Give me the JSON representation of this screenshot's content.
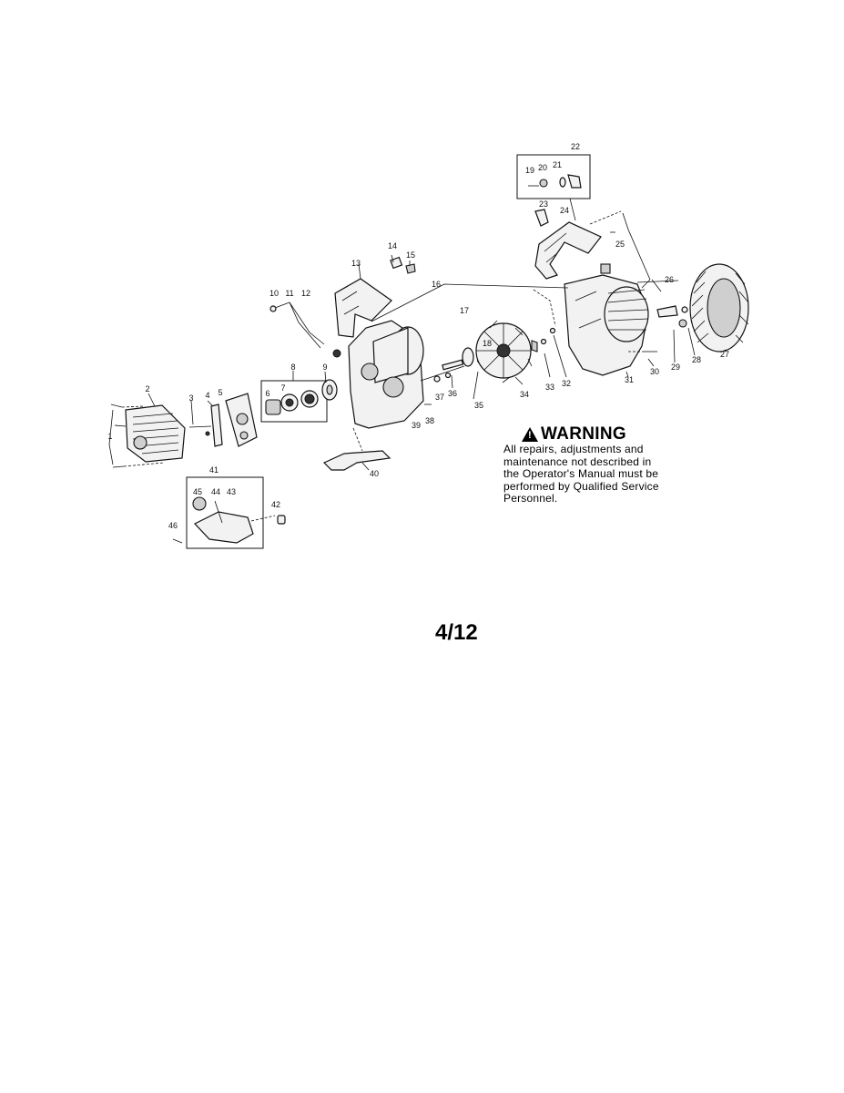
{
  "warning": {
    "title": "WARNING",
    "text": "All repairs, adjustments and\nmaintenance not described in\nthe Operator's Manual must be\nperformed by Qualified Service\nPersonnel."
  },
  "page_number": "4/12",
  "callouts": [
    "1",
    "2",
    "3",
    "4",
    "5",
    "6",
    "7",
    "8",
    "9",
    "10",
    "11",
    "12",
    "13",
    "14",
    "15",
    "16",
    "17",
    "18",
    "19",
    "20",
    "21",
    "22",
    "23",
    "24",
    "25",
    "26",
    "27",
    "28",
    "29",
    "30",
    "31",
    "32",
    "33",
    "34",
    "35",
    "36",
    "37",
    "38",
    "39",
    "40",
    "41",
    "42",
    "43",
    "44",
    "45",
    "46"
  ]
}
